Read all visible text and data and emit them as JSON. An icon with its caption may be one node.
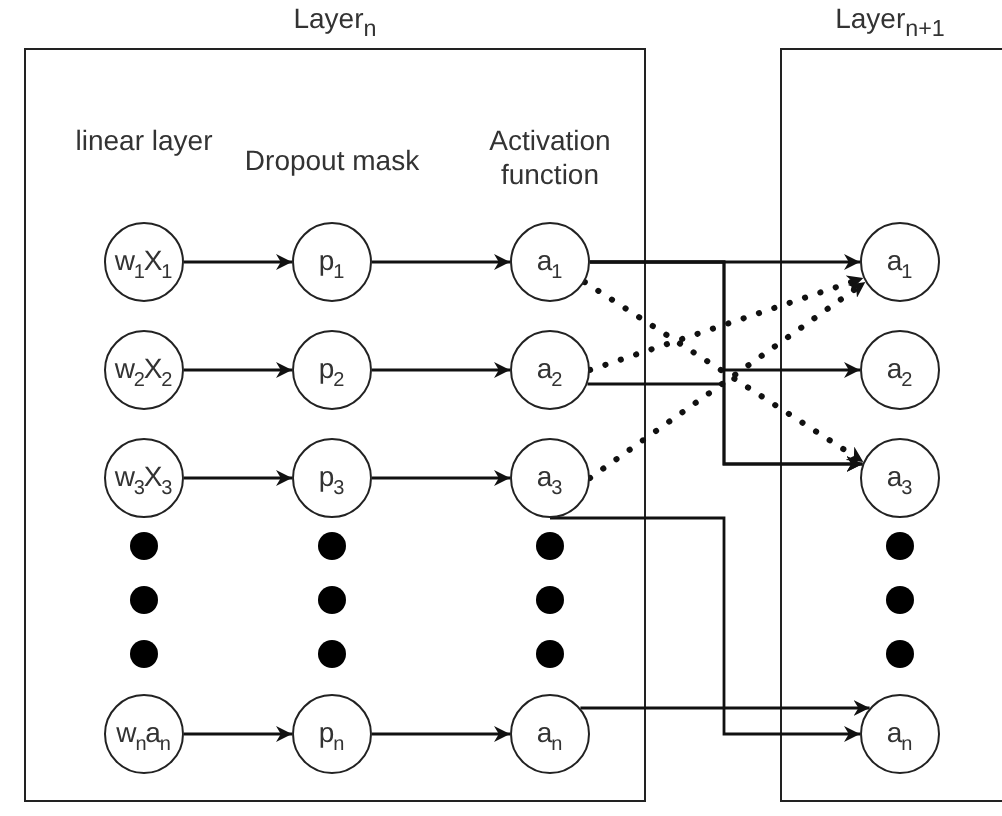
{
  "diagram": {
    "nodes": [
      {
        "text": [
          "Layer$_{n}$"
        ]
      },
      {
        "text": [
          "Layer$_{n+1}$"
        ]
      },
      {
        "text": [
          "w$_{1}$X$_{1}$"
        ],
        "in": 0
      },
      {
        "text": [
          "p$_{1}$"
        ],
        "in": 0
      },
      {
        "text": [
          "a$_{1}$"
        ],
        "in": 0
      },
      {
        "text": [
          "w$_{2}$X$_{2}$"
        ],
        "in": 0
      },
      {
        "text": [
          "p$_{2}$"
        ],
        "in": 0
      },
      {
        "text": [
          "a$_{2}$"
        ],
        "in": 0
      },
      {
        "text": [
          "w$_{3}$X$_{3}$"
        ],
        "in": 0
      },
      {
        "text": [
          "p$_{3}$"
        ],
        "in": 0
      },
      {
        "text": [
          "a$_{3}$"
        ],
        "in": 0
      },
      {
        "text": [
          "w$_{n}$a$_{n}$"
        ],
        "in": 0
      },
      {
        "text": [
          "p$_{n}$"
        ],
        "in": 0
      },
      {
        "text": [
          "a$_{n}$"
        ],
        "in": 0
      },
      {
        "text": [
          "a$_{1}$"
        ],
        "in": 1
      },
      {
        "text": [
          "a$_{2}$"
        ],
        "in": 1
      },
      {
        "text": [
          "a$_{3}$"
        ],
        "in": 1
      },
      {
        "text": [
          "a$_{n}$"
        ],
        "in": 1
      }
    ],
    "edges": [
      {
        "from": 2,
        "to": 3,
        "arrow": "to"
      },
      {
        "from": 3,
        "to": 4,
        "arrow": "to"
      },
      {
        "from": 5,
        "to": 6,
        "arrow": "to"
      },
      {
        "from": 6,
        "to": 7,
        "arrow": "to"
      },
      {
        "from": 8,
        "to": 9,
        "arrow": "to"
      },
      {
        "from": 9,
        "to": 10,
        "arrow": "to"
      },
      {
        "from": 11,
        "to": 12,
        "arrow": "to"
      },
      {
        "from": 12,
        "to": 13,
        "arrow": "to"
      },
      {
        "from": 4,
        "to": 14,
        "arrow": "to"
      },
      {
        "from": 4,
        "to": 15,
        "arrow": "to"
      },
      {
        "from": 4,
        "to": 16,
        "arrow": "to"
      },
      {
        "from": 4,
        "to": 16,
        "arrow": "to",
        "style": "dashed"
      },
      {
        "from": 7,
        "to": 14,
        "arrow": "to",
        "style": "dashed"
      },
      {
        "from": 7,
        "to": 16,
        "arrow": "to"
      },
      {
        "from": 10,
        "to": 14,
        "arrow": "to",
        "style": "dashed"
      },
      {
        "from": 10,
        "to": 17,
        "arrow": "to"
      },
      {
        "from": 13,
        "to": 17,
        "arrow": "to"
      }
    ],
    "labels": [
      "linear layer",
      "Dropout mask",
      "Activation function"
    ]
  }
}
